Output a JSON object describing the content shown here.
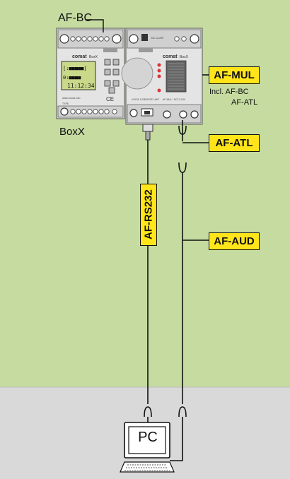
{
  "colors": {
    "panel_green": "#c5dba0",
    "background_gray": "#d9d9d9",
    "tag_yellow": "#ffe51a",
    "lcd_green": "#c9d98a"
  },
  "labels": {
    "af_bc": "AF-BC",
    "boxx": "BoxX",
    "incl_line1": "Incl. AF-BC",
    "incl_line2": "AF-ATL",
    "pc": "PC"
  },
  "tags": {
    "af_mul": "AF-MUL",
    "af_atl": "AF-ATL",
    "af_aud": "AF-AUD",
    "af_rs232": "AF-RS232"
  },
  "device": {
    "brand_left": "comat BoxX",
    "brand_right": "comat BoxX",
    "lcd_line1": "[:■■■■■]",
    "lcd_line2": "0:■■■■",
    "lcd_time": "11:12:34"
  },
  "icons": [
    "connector-icon",
    "computer-icon",
    "keyboard-icon"
  ]
}
